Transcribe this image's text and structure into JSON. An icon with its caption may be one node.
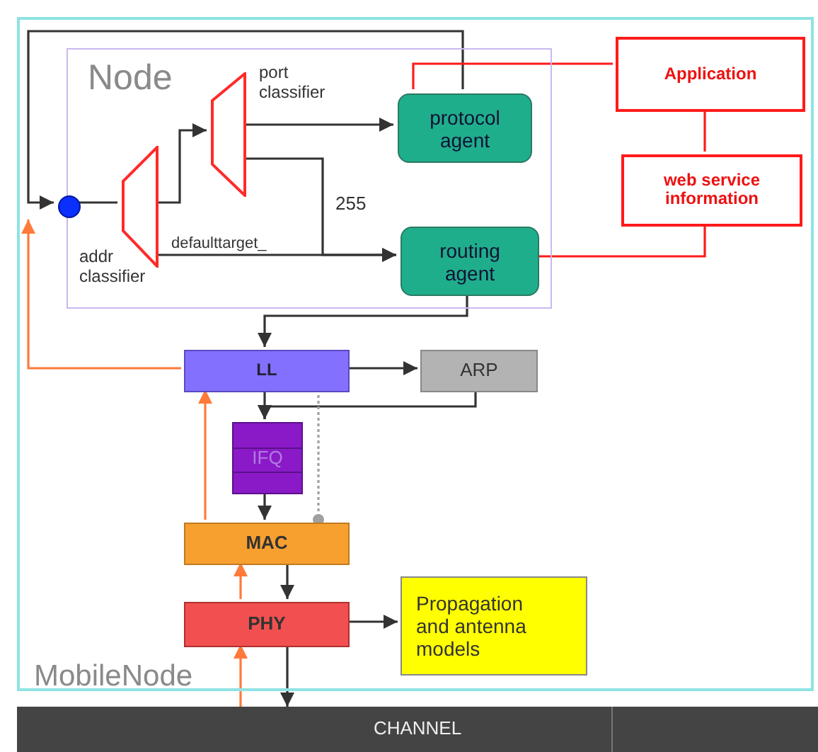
{
  "diagram": {
    "nodes": [
      {
        "text": [
          "MobileNode"
        ]
      },
      {
        "text": [
          "Node"
        ],
        "in": 0
      },
      {
        "text": [],
        "shape": "circle",
        "in": 1
      },
      {
        "text": [
          "addr classifier"
        ],
        "in": 1
      },
      {
        "text": [
          "port classifier"
        ],
        "in": 1
      },
      {
        "text": [
          "protocol agent"
        ],
        "in": 1
      },
      {
        "text": [
          "routing agent"
        ],
        "in": 1
      },
      {
        "text": [
          "Application"
        ],
        "in": 0
      },
      {
        "text": [
          "web service information"
        ],
        "in": 0
      },
      {
        "text": [
          "LL"
        ],
        "in": 0
      },
      {
        "text": [
          "ARP"
        ],
        "in": 0
      },
      {
        "text": [
          "IFQ"
        ],
        "in": 0
      },
      {
        "text": [
          "MAC"
        ],
        "in": 0
      },
      {
        "text": [
          "PHY"
        ],
        "in": 0
      },
      {
        "text": [
          "Propagation and antenna models"
        ],
        "in": 0
      },
      {
        "text": [
          "CHANNEL"
        ]
      }
    ],
    "edges": [
      {
        "from": 5,
        "to": 2,
        "arrow": "to"
      },
      {
        "from": 2,
        "to": 3,
        "arrow": "none"
      },
      {
        "from": 3,
        "to": 4,
        "arrow": "to"
      },
      {
        "from": 4,
        "to": 5,
        "arrow": "to"
      },
      {
        "from": 4,
        "to": 6,
        "arrow": "to",
        "label": "255"
      },
      {
        "from": 3,
        "to": 6,
        "arrow": "to",
        "label": "defaulttarget_"
      },
      {
        "from": 5,
        "to": 7,
        "arrow": "none",
        "color": "#ff1a1a"
      },
      {
        "from": 7,
        "to": 8,
        "arrow": "none",
        "color": "#ff1a1a"
      },
      {
        "from": 6,
        "to": 8,
        "arrow": "none",
        "color": "#ff1a1a"
      },
      {
        "from": 6,
        "to": 9,
        "arrow": "to"
      },
      {
        "from": 9,
        "to": null,
        "arrow": "to",
        "color": "#ff7a3a"
      },
      {
        "from": 9,
        "to": 10,
        "arrow": "to"
      },
      {
        "from": 9,
        "to": 11,
        "arrow": "to"
      },
      {
        "from": 10,
        "to": 11,
        "arrow": "to"
      },
      {
        "from": 11,
        "to": 12,
        "arrow": "to"
      },
      {
        "from": 9,
        "to": 12,
        "arrow": "other",
        "style": "dashed",
        "color": "#a0a0a0"
      },
      {
        "from": 12,
        "to": 9,
        "arrow": "to",
        "color": "#ff7a3a"
      },
      {
        "from": 12,
        "to": 13,
        "arrow": "to"
      },
      {
        "from": 13,
        "to": 12,
        "arrow": "to",
        "color": "#ff7a3a"
      },
      {
        "from": 13,
        "to": 14,
        "arrow": "to"
      },
      {
        "from": 13,
        "to": 15,
        "arrow": "to"
      },
      {
        "from": 15,
        "to": 13,
        "arrow": "to",
        "color": "#ff7a3a"
      }
    ]
  }
}
